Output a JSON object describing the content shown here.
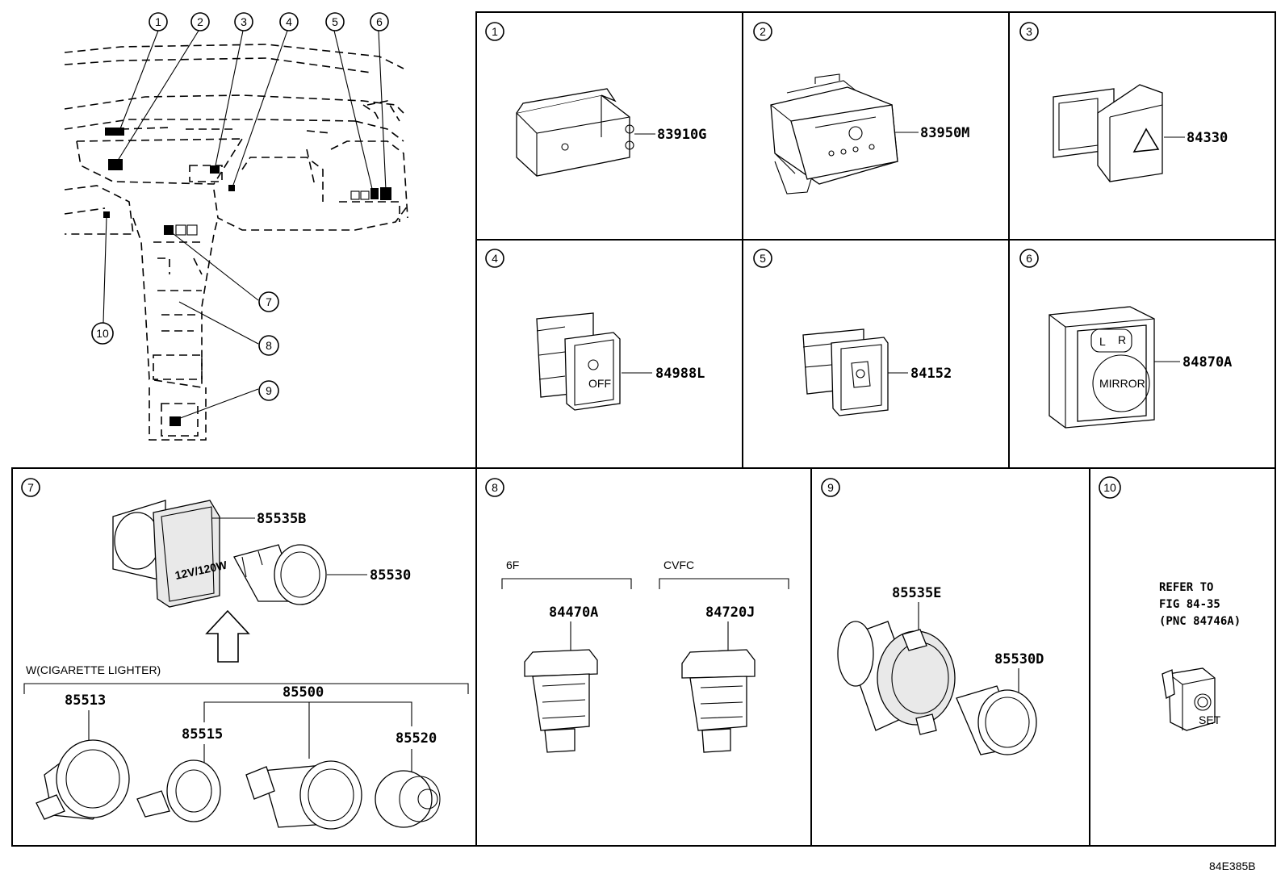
{
  "callouts": [
    "1",
    "2",
    "3",
    "4",
    "5",
    "6",
    "7",
    "8",
    "9",
    "10"
  ],
  "panels": {
    "p1": {
      "num": "1",
      "part": "83910G"
    },
    "p2": {
      "num": "2",
      "part": "83950M"
    },
    "p3": {
      "num": "3",
      "part": "84330"
    },
    "p4": {
      "num": "4",
      "part": "84988L"
    },
    "p5": {
      "num": "5",
      "part": "84152"
    },
    "p6": {
      "num": "6",
      "part": "84870A"
    },
    "p7": {
      "num": "7",
      "parts": [
        "85535B",
        "85530"
      ],
      "group_label": "W(CIGARETTE LIGHTER)",
      "group_parts": [
        "85513",
        "85500",
        "85515",
        "85520"
      ],
      "button_text": "12V/120W"
    },
    "p8": {
      "num": "8",
      "variants": [
        {
          "label": "6F",
          "part": "84470A"
        },
        {
          "label": "CVFC",
          "part": "84720J"
        }
      ]
    },
    "p9": {
      "num": "9",
      "parts": [
        "85535E",
        "85530D"
      ]
    },
    "p10": {
      "num": "10",
      "note_lines": [
        "REFER TO",
        "FIG 84-35",
        "(PNC 84746A)"
      ],
      "button_text": "SET"
    }
  },
  "switch_labels": {
    "mirror": "MIRROR",
    "l": "L",
    "r": "R",
    "off": "OFF"
  },
  "figure_code": "84E385B"
}
